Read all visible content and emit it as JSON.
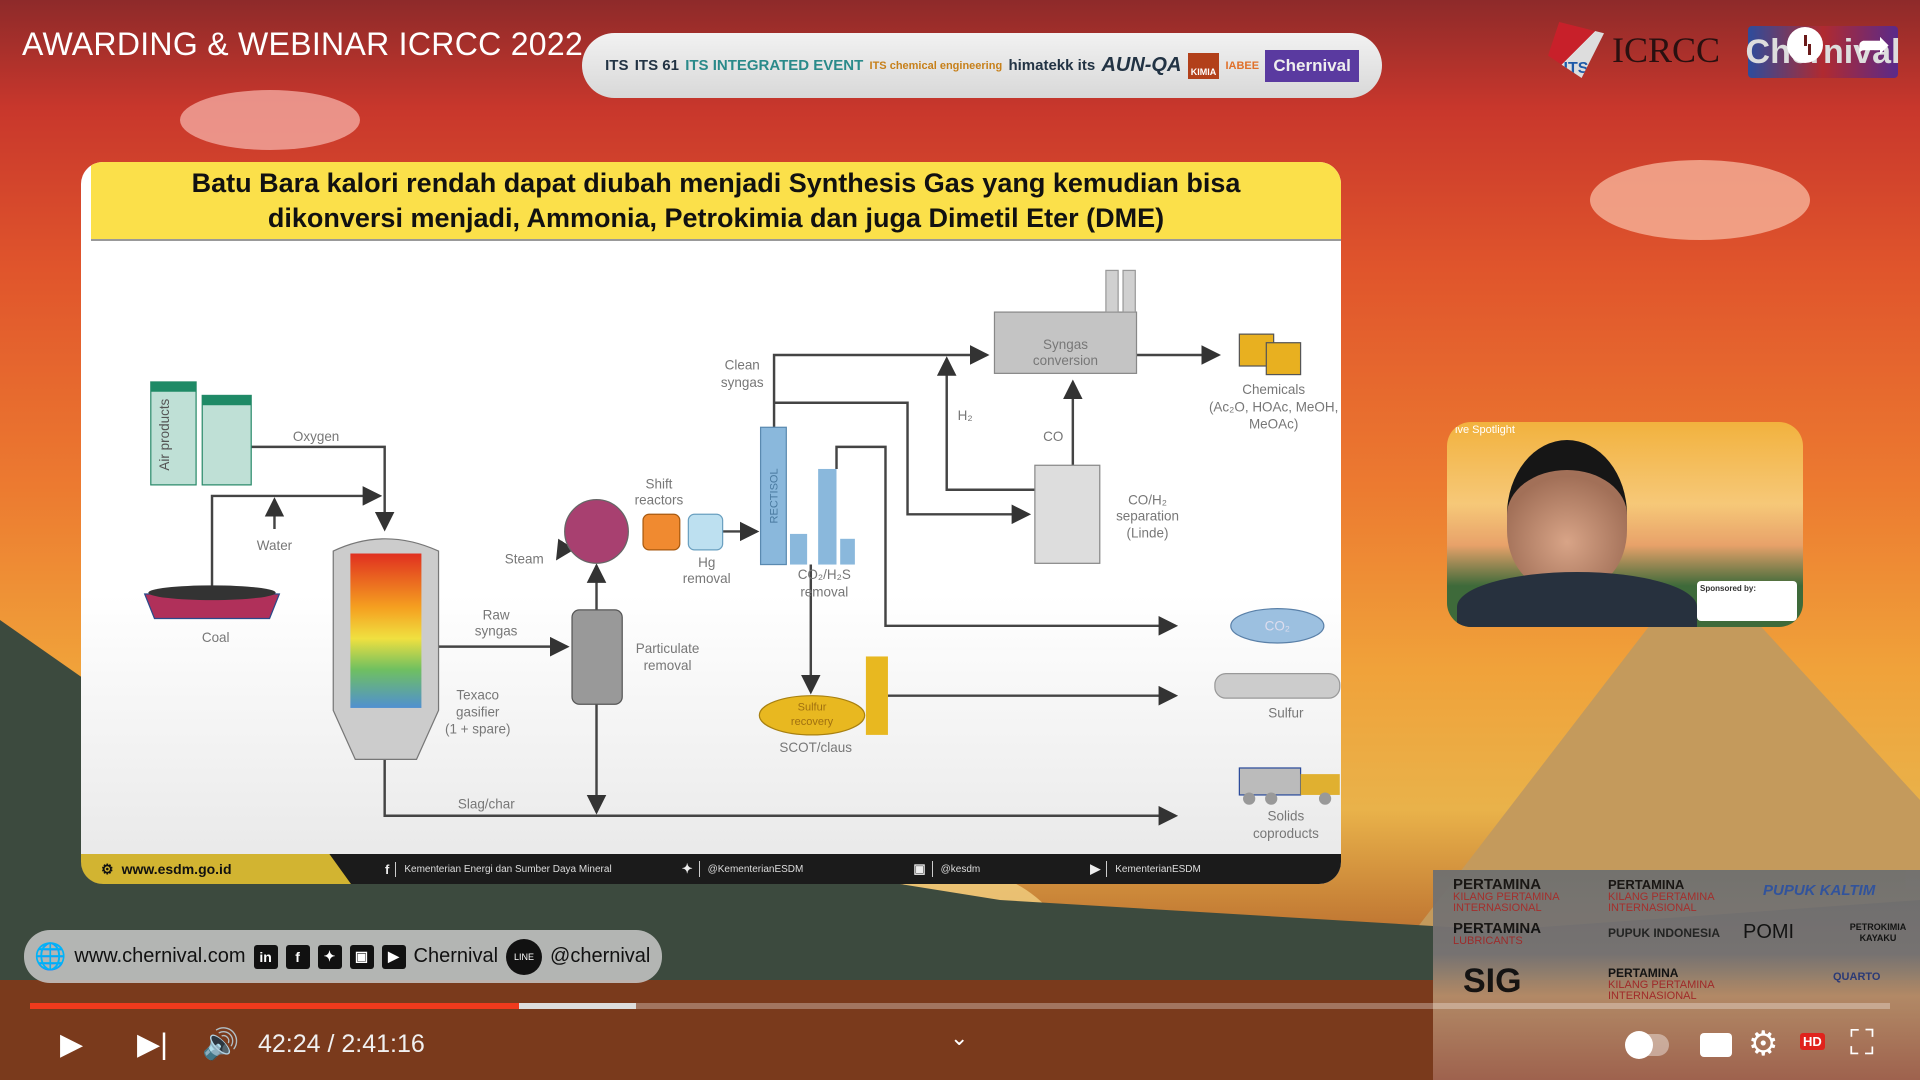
{
  "header": {
    "title": "AWARDING & WEBINAR ICRCC 2022",
    "partner_logos": [
      "ITS",
      "ITS 61",
      "ITS INTEGRATED EVENT",
      "ITS chemical engineering",
      "himatekk its",
      "AUN-QA",
      "KIMIA",
      "IABEE",
      "Chernival"
    ],
    "icrcc_logo": "ICRCC",
    "icrcc_its": "ITS",
    "chernival_logo": "Chernival"
  },
  "slide": {
    "title_line1": "Batu Bara kalori rendah dapat diubah menjadi Synthesis Gas yang kemudian bisa",
    "title_line2": "dikonversi menjadi, Ammonia, Petrokimia dan juga Dimetil Eter (DME)",
    "labels": {
      "air_products": "Air products",
      "oxygen": "Oxygen",
      "water": "Water",
      "coal": "Coal",
      "raw1": "Raw",
      "raw2": "syngas",
      "gas1": "Texaco",
      "gas2": "gasifier",
      "gas3": "(1 + spare)",
      "part1": "Particulate",
      "part2": "removal",
      "steam": "Steam",
      "shift1": "Shift",
      "shift2": "reactors",
      "hg1": "Hg",
      "hg2": "removal",
      "rectisol": "RECTISOL",
      "co2h2s1": "CO₂/H₂S",
      "co2h2s2": "removal",
      "clean1": "Clean",
      "clean2": "syngas",
      "h2": "H₂",
      "co": "CO",
      "conv1": "Syngas",
      "conv2": "conversion",
      "chem1": "Chemicals",
      "chem2": "(Ac₂O, HOAc, MeOH,",
      "chem3": "MeOAc)",
      "sep1": "CO/H₂",
      "sep2": "separation",
      "sep3": "(Linde)",
      "co2": "CO₂",
      "sulf1": "Sulfur",
      "sulf2": "recovery",
      "scot": "SCOT/claus",
      "sulfur": "Sulfur",
      "slag": "Slag/char",
      "solids1": "Solids",
      "solids2": "coproducts"
    },
    "footer": {
      "website": "www.esdm.go.id",
      "facebook": "Kementerian Energi dan Sumber Daya Mineral",
      "twitter": "@KementerianESDM",
      "instagram": "@kesdm",
      "youtube": "KementerianESDM"
    }
  },
  "webcam": {
    "label": "ive Spotlight",
    "sponsored": "Sponsored by:"
  },
  "sponsors": [
    {
      "name": "PERTAMINA",
      "sub": "KILANG PERTAMINA INTERNASIONAL"
    },
    {
      "name": "PERTAMINA",
      "sub": "KILANG PERTAMINA INTERNASIONAL"
    },
    {
      "name": "PUPUK KALTIM",
      "sub": ""
    },
    {
      "name": "PERTAMINA",
      "sub": "LUBRICANTS"
    },
    {
      "name": "PUPUK INDONESIA",
      "sub": ""
    },
    {
      "name": "POMI",
      "sub": ""
    },
    {
      "name": "PETROKIMIA KAYAKU",
      "sub": ""
    },
    {
      "name": "SIG",
      "sub": ""
    },
    {
      "name": "PERTAMINA",
      "sub": "KILANG PERTAMINA INTERNASIONAL"
    },
    {
      "name": "QUARTO",
      "sub": ""
    }
  ],
  "overlay": {
    "website": "www.chernival.com",
    "social_name": "Chernival",
    "line_handle": "@chernival",
    "line_label": "LINE"
  },
  "player": {
    "current_time": "42:24",
    "duration": "2:41:16",
    "time_display": "42:24 / 2:41:16",
    "progress_fraction": 0.263,
    "buffered_fraction": 0.326,
    "quality_badge": "HD"
  },
  "colors": {
    "progress": "#f03a1c",
    "slide_header": "#fbe04a"
  }
}
